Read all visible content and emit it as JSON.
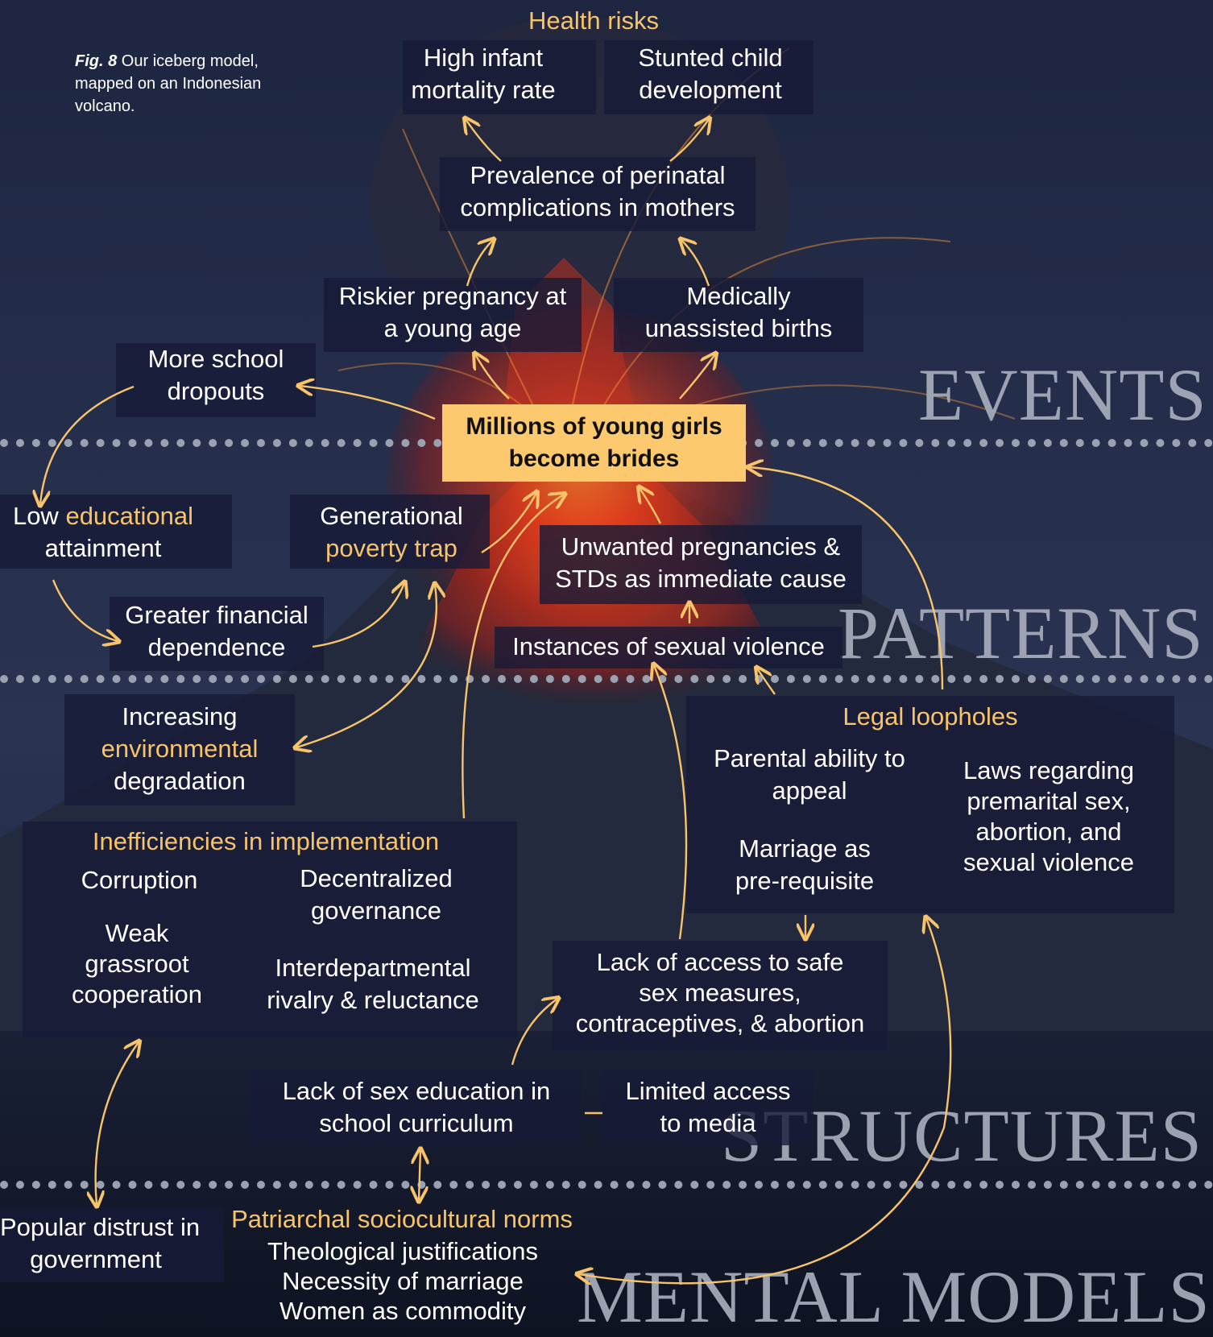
{
  "caption": {
    "fig": "Fig. 8",
    "text": "Our iceberg model, mapped on an Indonesian volcano."
  },
  "layers": {
    "events": "EVENTS",
    "patterns": "PATTERNS",
    "structures": "STRUCTURES",
    "mental_models": "MENTAL MODELS"
  },
  "focal": {
    "line1": "Millions of young girls",
    "line2": "become brides"
  },
  "health_risks": {
    "title": "Health risks",
    "infant": {
      "line1": "High infant",
      "line2": "mortality rate"
    },
    "child": {
      "line1": "Stunted child",
      "line2": "development"
    }
  },
  "perinatal": {
    "line1": "Prevalence of perinatal",
    "line2": "complications in mothers"
  },
  "riskier": {
    "line1": "Riskier pregnancy at",
    "line2": "a young age"
  },
  "unassisted": {
    "line1": "Medically",
    "line2": "unassisted births"
  },
  "dropouts": {
    "line1": "More school",
    "line2": "dropouts"
  },
  "low_edu": {
    "pre": "Low",
    "accent": "educational",
    "line2": "attainment"
  },
  "poverty": {
    "line1": "Generational",
    "accent": "poverty trap"
  },
  "financial": {
    "line1": "Greater financial",
    "line2": "dependence"
  },
  "unwanted": {
    "line1": "Unwanted pregnancies &",
    "line2": "STDs as immediate cause"
  },
  "violence": {
    "line1": "Instances of sexual violence"
  },
  "environment": {
    "line1": "Increasing",
    "accent": "environmental",
    "line3": "degradation"
  },
  "legal": {
    "title": "Legal loopholes",
    "appeal": {
      "line1": "Parental ability to",
      "line2": "appeal"
    },
    "prereq": {
      "line1": "Marriage as",
      "line2": "pre-requisite"
    },
    "laws": {
      "line1": "Laws regarding",
      "line2": "premarital sex,",
      "line3": "abortion, and",
      "line4": "sexual violence"
    }
  },
  "inefficiencies": {
    "title": "Inefficiencies in implementation",
    "corruption": "Corruption",
    "decentral": {
      "line1": "Decentralized",
      "line2": "governance"
    },
    "grassroot": {
      "line1": "Weak",
      "line2": "grassroot",
      "line3": "cooperation"
    },
    "rivalry": {
      "line1": "Interdepartmental",
      "line2": "rivalry & reluctance"
    }
  },
  "safe_sex": {
    "line1": "Lack of access to safe",
    "line2": "sex measures,",
    "line3": "contraceptives, & abortion"
  },
  "sex_ed": {
    "line1": "Lack of sex education in",
    "line2": "school curriculum"
  },
  "media": {
    "line1": "Limited access",
    "line2": "to media"
  },
  "distrust": {
    "line1": "Popular distrust in",
    "line2": "government"
  },
  "patriarchal": {
    "title": "Patriarchal sociocultural norms",
    "line1": "Theological justifications",
    "line2": "Necessity of marriage",
    "line3": "Women as commodity"
  },
  "colors": {
    "accent": "#f7c36b",
    "focal_bg": "#fdc96e",
    "box": "#161a37",
    "layer_text": "#a7adbb",
    "lava": "#d8321d"
  }
}
